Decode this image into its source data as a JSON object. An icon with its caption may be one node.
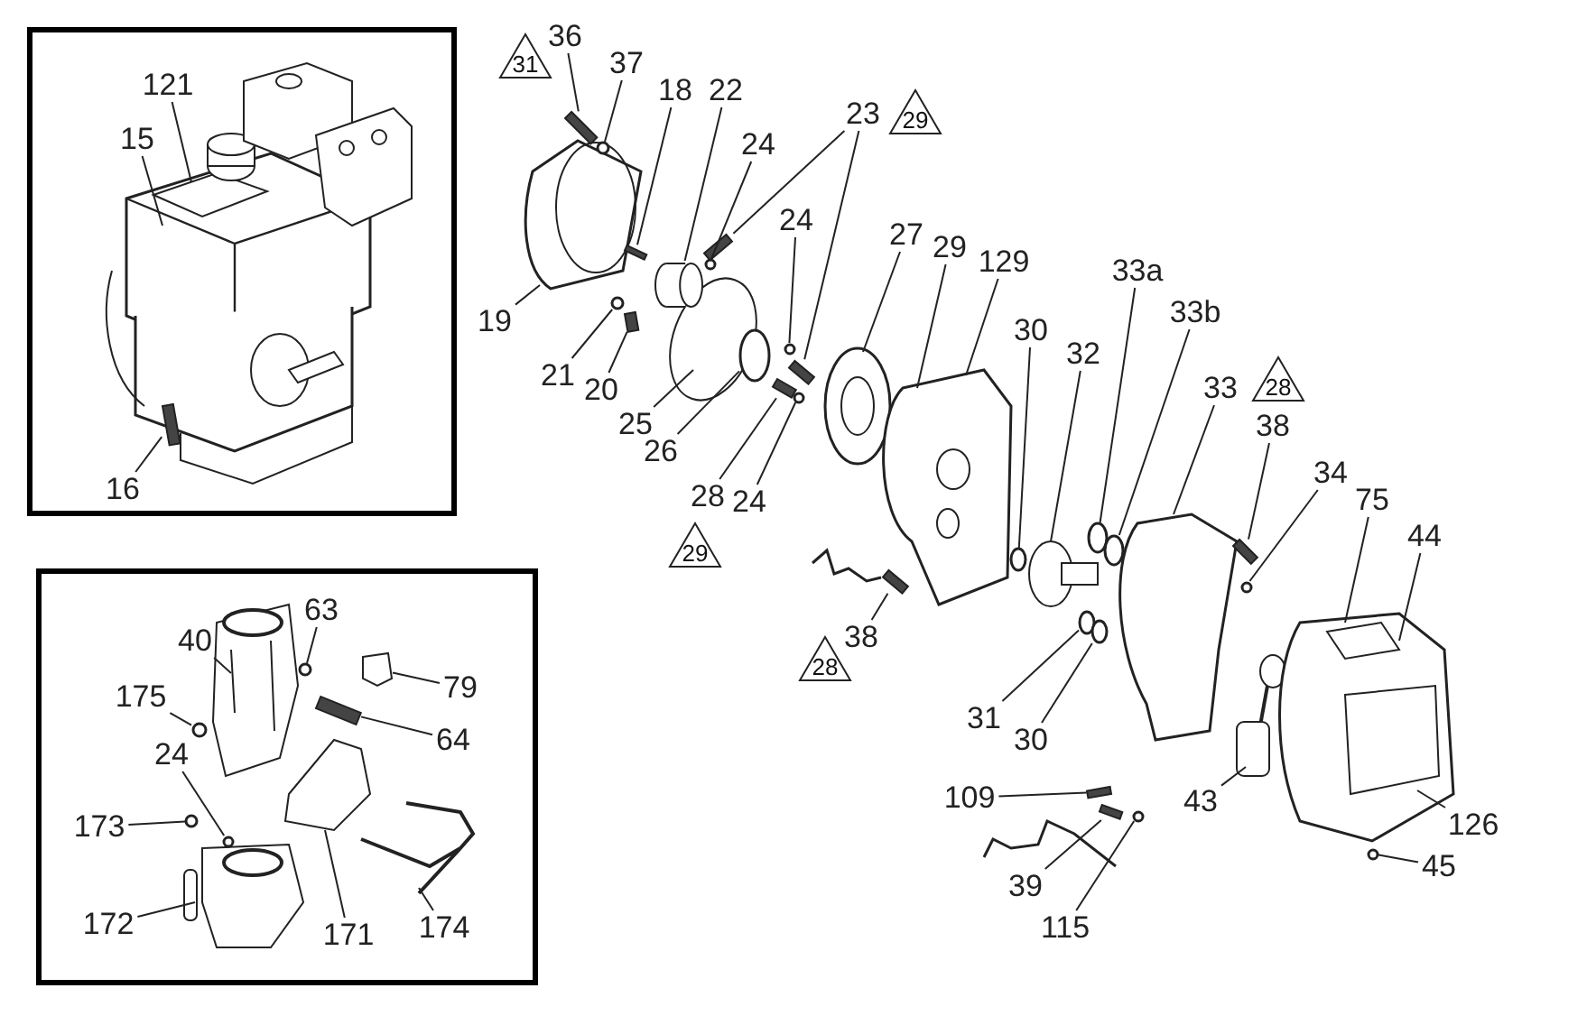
{
  "diagram": {
    "nodes": [
      {
        "text": [],
        "shape": "box"
      },
      {
        "text": [
          "121"
        ],
        "in": 0
      },
      {
        "text": [
          "15"
        ],
        "in": 0
      },
      {
        "text": [
          "16"
        ],
        "in": 0
      },
      {
        "text": [
          "31"
        ]
      },
      {
        "text": [
          "36"
        ]
      },
      {
        "text": [
          "37"
        ]
      },
      {
        "text": [
          "18"
        ]
      },
      {
        "text": [
          "22"
        ]
      },
      {
        "text": [
          "24"
        ]
      },
      {
        "text": [
          "23"
        ]
      },
      {
        "text": [
          "29"
        ]
      },
      {
        "text": [
          "19"
        ]
      },
      {
        "text": [
          "21"
        ]
      },
      {
        "text": [
          "20"
        ]
      },
      {
        "text": [
          "24"
        ]
      },
      {
        "text": [
          "25"
        ]
      },
      {
        "text": [
          "26"
        ]
      },
      {
        "text": [
          "28"
        ]
      },
      {
        "text": [
          "29"
        ]
      },
      {
        "text": [
          "24"
        ]
      },
      {
        "text": [
          "27"
        ]
      },
      {
        "text": [
          "29"
        ]
      },
      {
        "text": [
          "129"
        ]
      },
      {
        "text": [
          "30"
        ]
      },
      {
        "text": [
          "32"
        ]
      },
      {
        "text": [
          "33a"
        ]
      },
      {
        "text": [
          "33b"
        ]
      },
      {
        "text": [
          "33"
        ]
      },
      {
        "text": [
          "28"
        ]
      },
      {
        "text": [
          "38"
        ]
      },
      {
        "text": [
          "34"
        ]
      },
      {
        "text": [
          "75"
        ]
      },
      {
        "text": [
          "44"
        ]
      },
      {
        "text": [
          "38"
        ]
      },
      {
        "text": [
          "28"
        ]
      },
      {
        "text": [
          "31"
        ]
      },
      {
        "text": [
          "30"
        ]
      },
      {
        "text": [
          "43"
        ]
      },
      {
        "text": [
          "109"
        ]
      },
      {
        "text": [
          "126"
        ]
      },
      {
        "text": [
          "45"
        ]
      },
      {
        "text": [
          "39"
        ]
      },
      {
        "text": [
          "115"
        ]
      },
      {
        "text": [],
        "shape": "box"
      },
      {
        "text": [
          "40"
        ],
        "in": 44
      },
      {
        "text": [
          "63"
        ],
        "in": 44
      },
      {
        "text": [
          "175"
        ],
        "in": 44
      },
      {
        "text": [
          "79"
        ],
        "in": 44
      },
      {
        "text": [
          "64"
        ],
        "in": 44
      },
      {
        "text": [
          "24"
        ],
        "in": 44
      },
      {
        "text": [
          "173"
        ],
        "in": 44
      },
      {
        "text": [
          "172"
        ],
        "in": 44
      },
      {
        "text": [
          "171"
        ],
        "in": 44
      },
      {
        "text": [
          "174"
        ],
        "in": 44
      },
      {
        "text": [],
        "shape": "bar",
        "in": 0
      },
      {
        "text": [],
        "shape": "bar"
      },
      {
        "text": [],
        "shape": "circle"
      },
      {
        "text": [],
        "shape": "bar"
      },
      {
        "text": [],
        "shape": "circle"
      },
      {
        "text": [],
        "shape": "bar"
      },
      {
        "text": [],
        "shape": "bar"
      },
      {
        "text": [],
        "shape": "circle"
      },
      {
        "text": [],
        "shape": "bar"
      },
      {
        "text": [],
        "shape": "circle"
      },
      {
        "text": [],
        "shape": "circle"
      },
      {
        "text": [],
        "shape": "bar"
      },
      {
        "text": [],
        "shape": "circle"
      },
      {
        "text": [],
        "shape": "circle"
      },
      {
        "text": [],
        "shape": "circle"
      },
      {
        "text": [],
        "shape": "circle"
      },
      {
        "text": [],
        "shape": "bar"
      },
      {
        "text": [],
        "shape": "circle"
      },
      {
        "text": [],
        "shape": "bar"
      },
      {
        "text": [],
        "shape": "circle"
      },
      {
        "text": [],
        "shape": "circle"
      },
      {
        "text": [],
        "shape": "bar"
      },
      {
        "text": [],
        "shape": "circle"
      },
      {
        "text": [],
        "shape": "bar"
      },
      {
        "text": [],
        "shape": "circle"
      },
      {
        "text": [],
        "shape": "circle",
        "in": 44
      },
      {
        "text": [],
        "shape": "circle",
        "in": 44
      },
      {
        "text": [],
        "shape": "bar",
        "in": 44
      },
      {
        "text": [],
        "shape": "circle",
        "in": 44
      },
      {
        "text": [],
        "shape": "circle",
        "in": 44
      },
      {
        "text": [],
        "shape": "cylinder"
      },
      {
        "text": [],
        "shape": "box",
        "in": 44
      }
    ],
    "edges": [
      {
        "from": 1,
        "to": null,
        "arrow": "none"
      },
      {
        "from": 2,
        "to": null,
        "arrow": "none"
      },
      {
        "from": 3,
        "to": 55,
        "arrow": "none"
      },
      {
        "from": 5,
        "to": 56,
        "arrow": "none"
      },
      {
        "from": 6,
        "to": 57,
        "arrow": "none"
      },
      {
        "from": 7,
        "to": 58,
        "arrow": "none"
      },
      {
        "from": 8,
        "to": 85,
        "arrow": "none"
      },
      {
        "from": 9,
        "to": 59,
        "arrow": "none"
      },
      {
        "from": 10,
        "to": 60,
        "arrow": "none"
      },
      {
        "from": 10,
        "to": 61,
        "arrow": "none"
      },
      {
        "from": 12,
        "to": null,
        "arrow": "none"
      },
      {
        "from": 13,
        "to": 62,
        "arrow": "none"
      },
      {
        "from": 14,
        "to": 63,
        "arrow": "none"
      },
      {
        "from": 15,
        "to": 64,
        "arrow": "none"
      },
      {
        "from": 16,
        "to": null,
        "arrow": "none"
      },
      {
        "from": 17,
        "to": 65,
        "arrow": "none"
      },
      {
        "from": 18,
        "to": 66,
        "arrow": "none"
      },
      {
        "from": 20,
        "to": 67,
        "arrow": "none"
      },
      {
        "from": 21,
        "to": null,
        "arrow": "none"
      },
      {
        "from": 22,
        "to": null,
        "arrow": "none"
      },
      {
        "from": 23,
        "to": null,
        "arrow": "none"
      },
      {
        "from": 24,
        "to": 68,
        "arrow": "none"
      },
      {
        "from": 25,
        "to": null,
        "arrow": "none"
      },
      {
        "from": 26,
        "to": 69,
        "arrow": "none"
      },
      {
        "from": 27,
        "to": 70,
        "arrow": "none"
      },
      {
        "from": 28,
        "to": null,
        "arrow": "none"
      },
      {
        "from": 30,
        "to": 71,
        "arrow": "none"
      },
      {
        "from": 31,
        "to": 72,
        "arrow": "none"
      },
      {
        "from": 32,
        "to": null,
        "arrow": "none"
      },
      {
        "from": 33,
        "to": null,
        "arrow": "none"
      },
      {
        "from": 34,
        "to": 73,
        "arrow": "none"
      },
      {
        "from": 36,
        "to": 74,
        "arrow": "none"
      },
      {
        "from": 37,
        "to": 75,
        "arrow": "none"
      },
      {
        "from": 38,
        "to": null,
        "arrow": "none"
      },
      {
        "from": 39,
        "to": 76,
        "arrow": "none"
      },
      {
        "from": 40,
        "to": null,
        "arrow": "none"
      },
      {
        "from": 41,
        "to": 77,
        "arrow": "none"
      },
      {
        "from": 42,
        "to": 78,
        "arrow": "none"
      },
      {
        "from": 43,
        "to": 79,
        "arrow": "none"
      },
      {
        "from": 45,
        "to": null,
        "arrow": "none"
      },
      {
        "from": 46,
        "to": 80,
        "arrow": "none"
      },
      {
        "from": 47,
        "to": 81,
        "arrow": "none"
      },
      {
        "from": 48,
        "to": 86,
        "arrow": "none"
      },
      {
        "from": 49,
        "to": 82,
        "arrow": "none"
      },
      {
        "from": 50,
        "to": 83,
        "arrow": "none"
      },
      {
        "from": 51,
        "to": 84,
        "arrow": "none"
      },
      {
        "from": 52,
        "to": null,
        "arrow": "none"
      },
      {
        "from": 53,
        "to": null,
        "arrow": "none"
      },
      {
        "from": 54,
        "to": null,
        "arrow": "none"
      }
    ]
  }
}
